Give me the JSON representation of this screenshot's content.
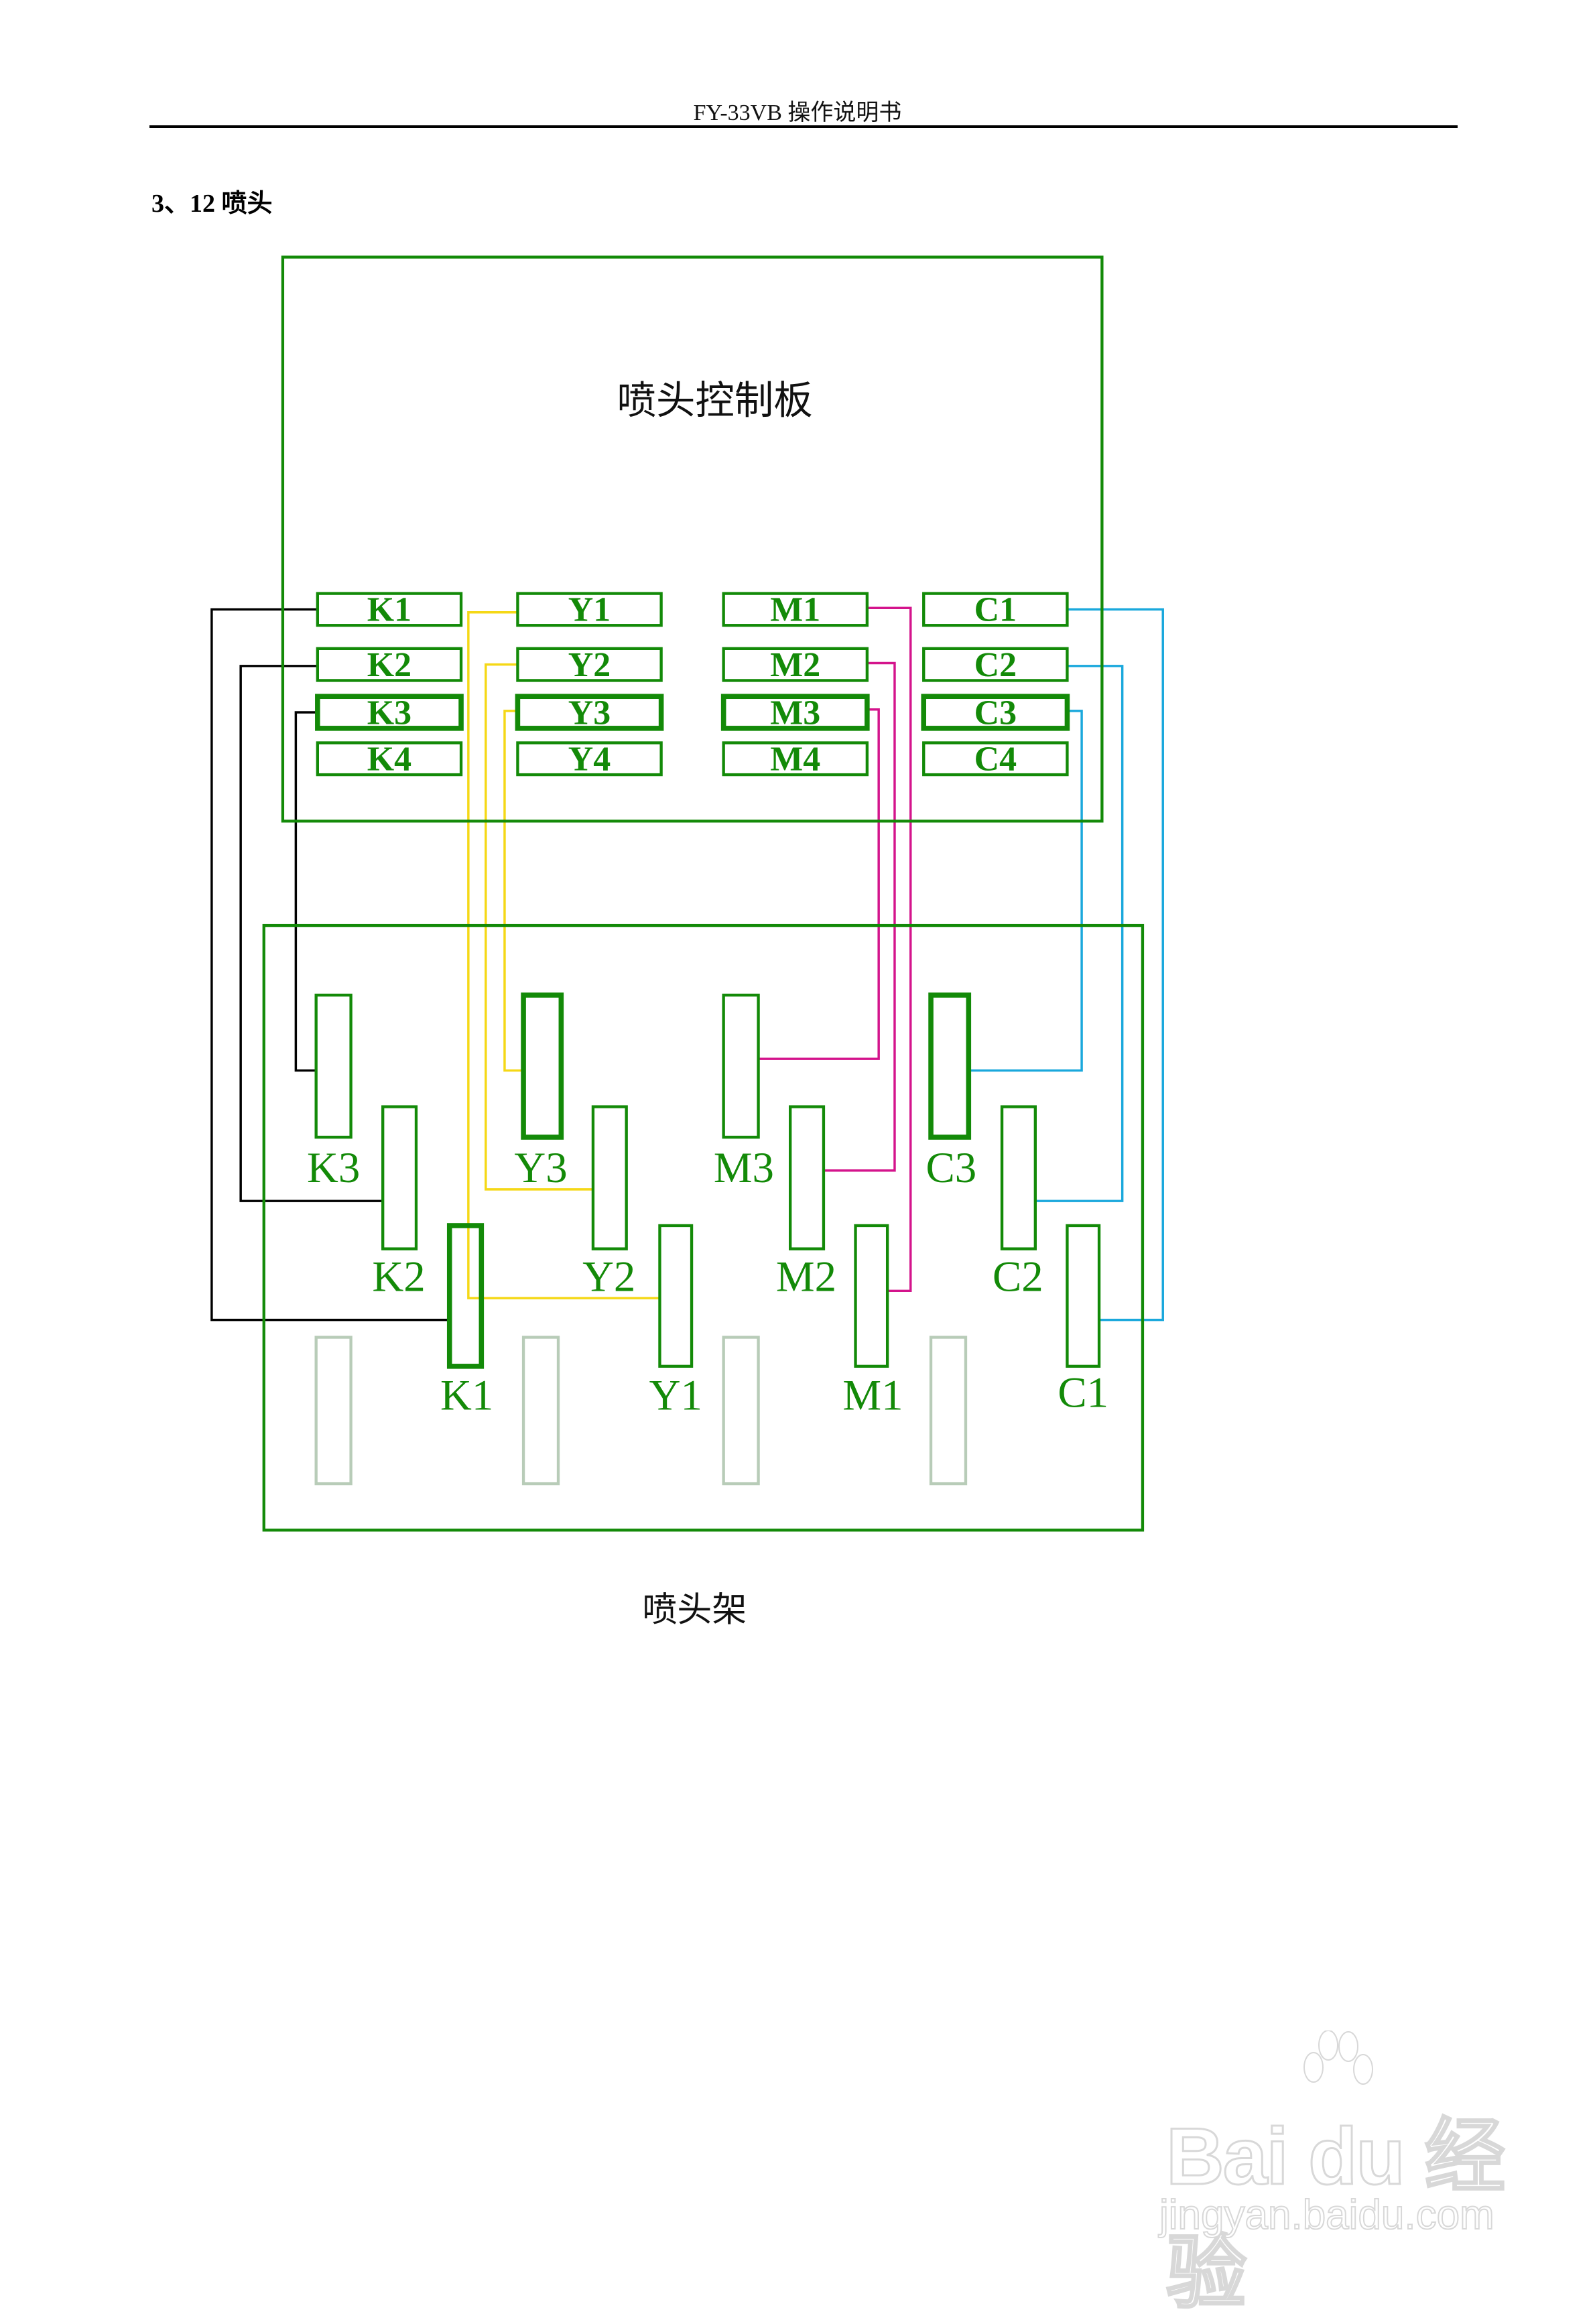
{
  "header": {
    "title": "FY-33VB 操作说明书"
  },
  "section": {
    "title": "3、12 喷头"
  },
  "board": {
    "title": "喷头控制板"
  },
  "carriage": {
    "title": "喷头架"
  },
  "colors": {
    "frame": "#138a08",
    "K": "#000000",
    "Y": "#f5d816",
    "M": "#d4148c",
    "C": "#1aa8dc",
    "empty_slot": "#b8ccb8"
  },
  "connectors": [
    [
      "K1",
      "Y1",
      "M1",
      "C1"
    ],
    [
      "K2",
      "Y2",
      "M2",
      "C2"
    ],
    [
      "K3",
      "Y3",
      "M3",
      "C3"
    ],
    [
      "K4",
      "Y4",
      "M4",
      "C4"
    ]
  ],
  "heads": {
    "labels": [
      "K3",
      "Y3",
      "M3",
      "C3",
      "K2",
      "Y2",
      "M2",
      "C2",
      "K1",
      "Y1",
      "M1",
      "C1"
    ]
  },
  "watermark": {
    "brand": "Bai du 经验",
    "url": "jingyan.baidu.com"
  }
}
